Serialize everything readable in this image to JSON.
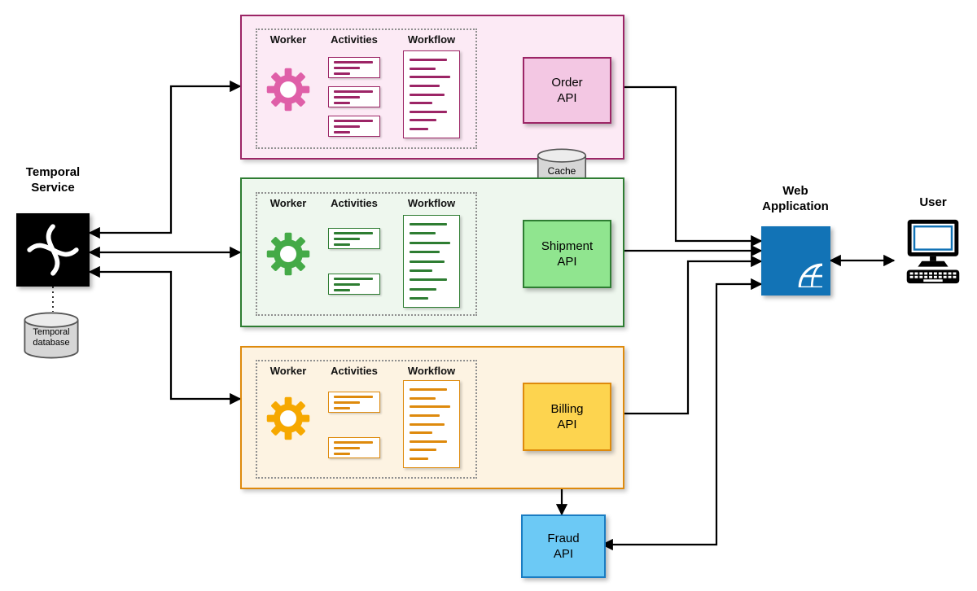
{
  "temporal": {
    "label": "Temporal Service",
    "database_label": "Temporal database"
  },
  "groups": {
    "headers": {
      "worker": "Worker",
      "activities": "Activities",
      "workflow": "Workflow"
    },
    "services": [
      {
        "id": "order",
        "api_label": "Order API"
      },
      {
        "id": "shipment",
        "api_label": "Shipment API"
      },
      {
        "id": "billing",
        "api_label": "Billing API"
      }
    ]
  },
  "cache": {
    "label": "Cache"
  },
  "fraud": {
    "api_label": "Fraud API"
  },
  "web_application": {
    "label": "Web Application"
  },
  "user": {
    "label": "User"
  },
  "icons": {
    "worker": "gear-icon",
    "workflow": "document-icon",
    "temporal": "temporal-logo-icon",
    "temporal_database": "database-cylinder-icon",
    "cache": "database-cylinder-icon",
    "web_application": "globe-icon",
    "user": "computer-icon"
  },
  "colors": {
    "order_accent": "#9c2566",
    "order_fill": "#fceaf5",
    "order_api_fill": "#f3c7e3",
    "order_gear": "#df5fa8",
    "shipment_accent": "#2e7d32",
    "shipment_fill": "#eef7ee",
    "shipment_api_fill": "#90e58f",
    "shipment_gear": "#44aa47",
    "billing_accent": "#de8a0d",
    "billing_fill": "#fdf3e2",
    "billing_api_fill": "#fdd44f",
    "billing_gear": "#f6a800",
    "fraud_fill": "#6cc9f5",
    "fraud_accent": "#1a7cc2",
    "web_app_fill": "#1273b6",
    "temporal_fill": "#000000",
    "connector": "#000000"
  }
}
